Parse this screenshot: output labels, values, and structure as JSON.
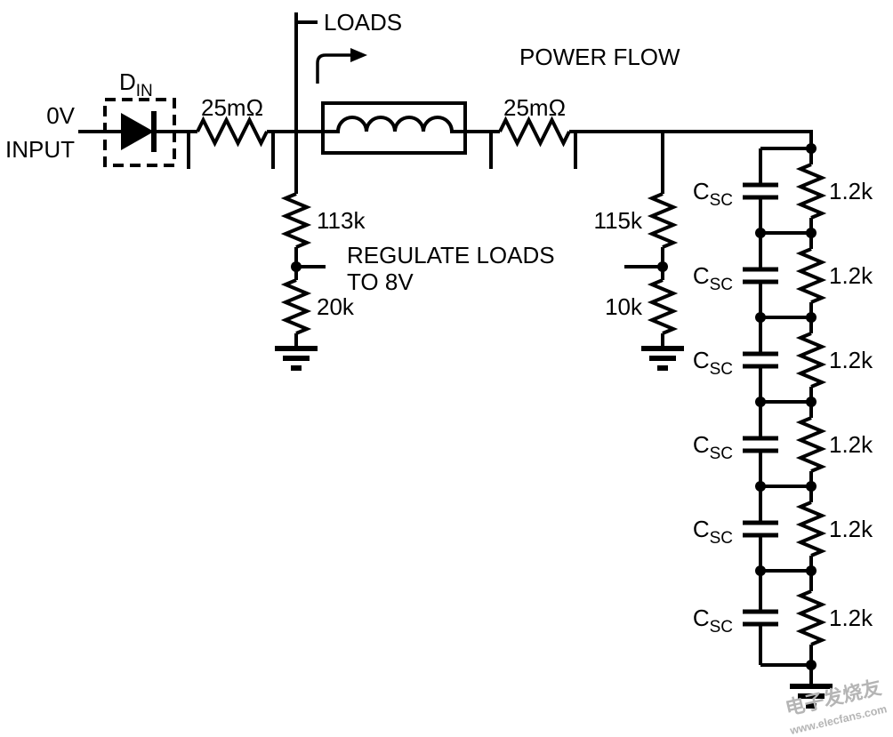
{
  "colors": {
    "wire": "#000000",
    "text": "#000000",
    "watermark": "#b5b5b5"
  },
  "input": {
    "voltage": "0V",
    "label": "INPUT"
  },
  "diode": {
    "name": "D",
    "subscript": "IN"
  },
  "sense_resistors": {
    "first": "25mΩ",
    "second": "25mΩ"
  },
  "annotations": {
    "loads": "LOADS",
    "power_flow": "POWER FLOW",
    "regulate_line1": "REGULATE LOADS",
    "regulate_line2": "TO 8V"
  },
  "divider_left": {
    "top": "113k",
    "bottom": "20k"
  },
  "divider_right": {
    "top": "115k",
    "bottom": "10k"
  },
  "ladder": {
    "stages": [
      {
        "cap": "C",
        "cap_sub": "SC",
        "res": "1.2k"
      },
      {
        "cap": "C",
        "cap_sub": "SC",
        "res": "1.2k"
      },
      {
        "cap": "C",
        "cap_sub": "SC",
        "res": "1.2k"
      },
      {
        "cap": "C",
        "cap_sub": "SC",
        "res": "1.2k"
      },
      {
        "cap": "C",
        "cap_sub": "SC",
        "res": "1.2k"
      },
      {
        "cap": "C",
        "cap_sub": "SC",
        "res": "1.2k"
      }
    ]
  },
  "watermark": {
    "brand": "电子发烧友",
    "site": "www.elecfans.com"
  }
}
